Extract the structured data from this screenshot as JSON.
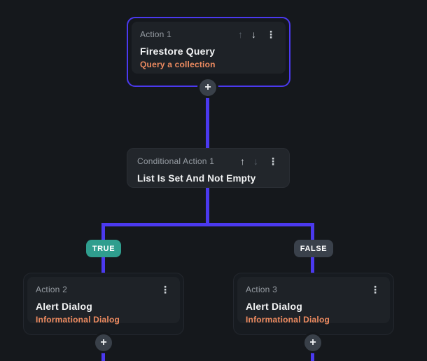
{
  "canvas": {
    "background": "#15181c",
    "connector_color": "#4b39ef",
    "selected_border_color": "#4b39ef",
    "subtitle_color": "#ee8b60",
    "true_badge_color": "#2f9e8e",
    "false_badge_color": "#3a414b"
  },
  "icons": {
    "move_up": "↑",
    "move_down": "↓",
    "menu": "⋮",
    "add": "+"
  },
  "nodes": {
    "action1": {
      "label": "Action 1",
      "title": "Firestore Query",
      "subtitle": "Query a collection",
      "selected": true
    },
    "conditional1": {
      "label": "Conditional Action 1",
      "title": "List Is Set And Not Empty"
    },
    "action2": {
      "label": "Action 2",
      "title": "Alert Dialog",
      "subtitle": "Informational Dialog"
    },
    "action3": {
      "label": "Action 3",
      "title": "Alert Dialog",
      "subtitle": "Informational Dialog"
    }
  },
  "branches": {
    "true_label": "TRUE",
    "false_label": "FALSE"
  }
}
